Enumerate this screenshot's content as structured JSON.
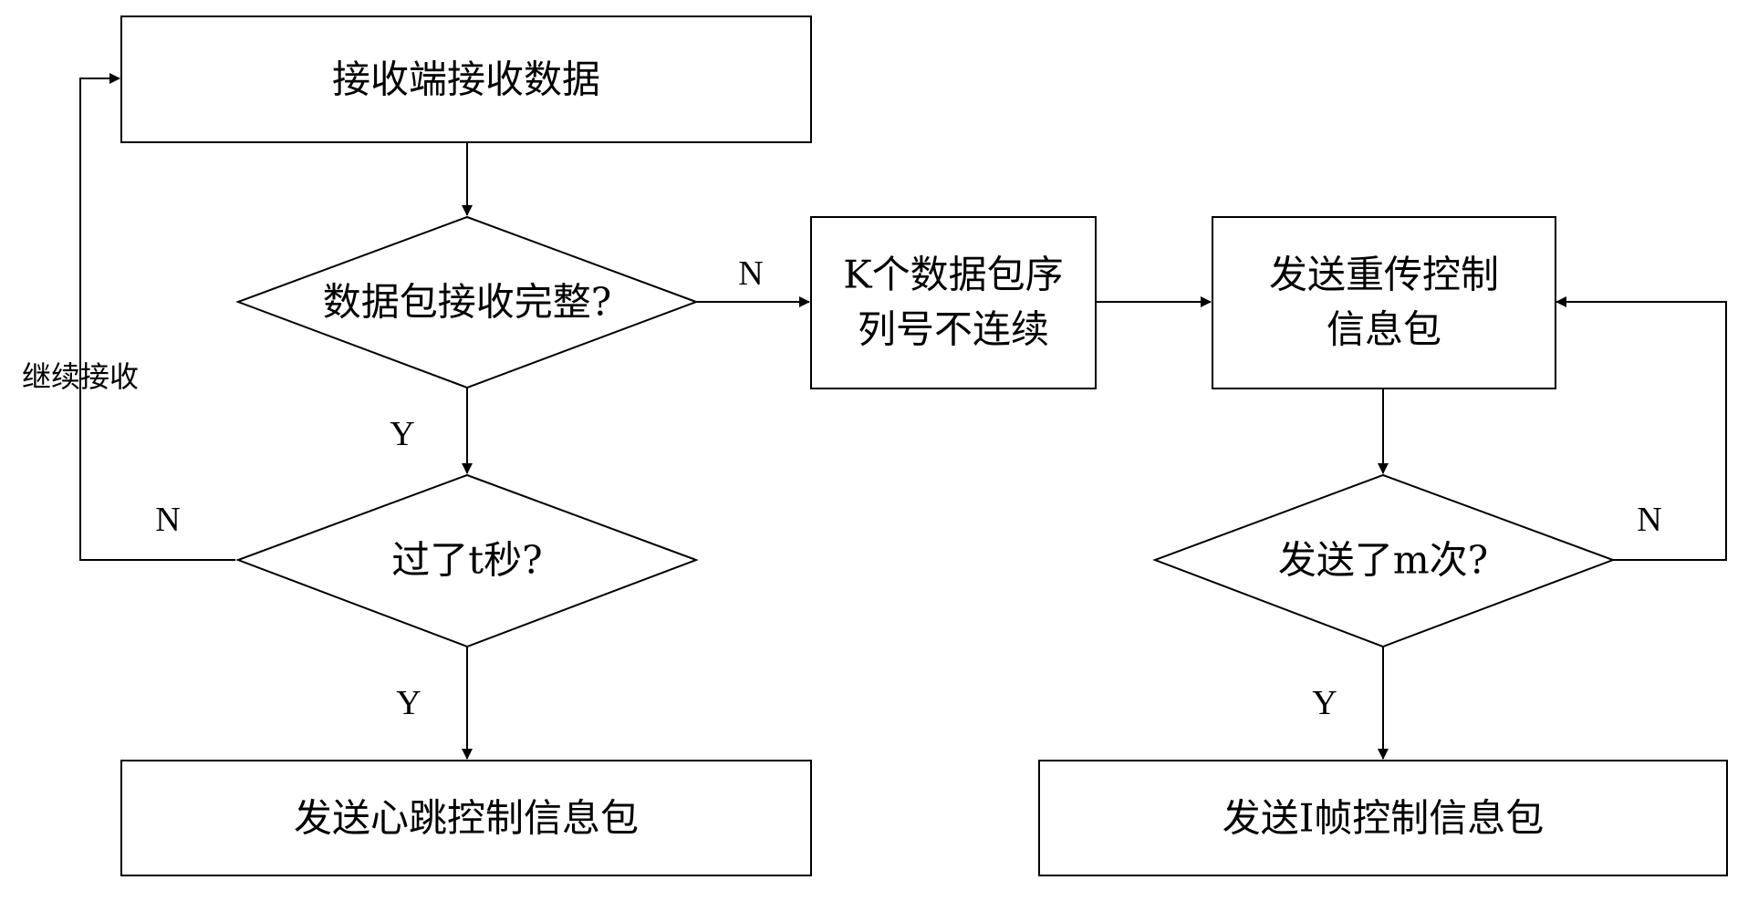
{
  "nodes": {
    "receive_data": "接收端接收数据",
    "packet_complete": "数据包接收完整?",
    "seq_discontinuous_line1": "K个数据包序",
    "seq_discontinuous_line2": "列号不连续",
    "send_retrans_line1": "发送重传控制",
    "send_retrans_line2": "信息包",
    "time_elapsed": "过了t秒?",
    "sent_m_times": "发送了m次?",
    "send_heartbeat": "发送心跳控制信息包",
    "send_iframe": "发送I帧控制信息包"
  },
  "edge_labels": {
    "complete_no": "N",
    "complete_yes": "Y",
    "time_no": "N",
    "time_yes": "Y",
    "times_no": "N",
    "times_yes": "Y",
    "continue_receiving": "继续接收"
  }
}
